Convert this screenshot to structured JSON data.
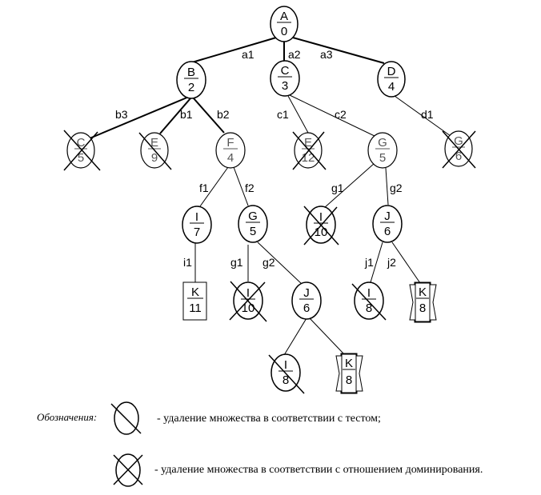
{
  "nodes": {
    "A0": {
      "top": "A",
      "bottom": "0"
    },
    "B2": {
      "top": "B",
      "bottom": "2"
    },
    "C3": {
      "top": "C",
      "bottom": "3"
    },
    "D4": {
      "top": "D",
      "bottom": "4"
    },
    "C5": {
      "top": "C",
      "bottom": "5"
    },
    "E9": {
      "top": "E",
      "bottom": "9"
    },
    "F4": {
      "top": "F",
      "bottom": "4"
    },
    "E12": {
      "top": "E",
      "bottom": "12"
    },
    "G5a": {
      "top": "G",
      "bottom": "5"
    },
    "G6": {
      "top": "G",
      "bottom": "6"
    },
    "I7": {
      "top": "I",
      "bottom": "7"
    },
    "G5b": {
      "top": "G",
      "bottom": "5"
    },
    "I10a": {
      "top": "I",
      "bottom": "10"
    },
    "J6a": {
      "top": "J",
      "bottom": "6"
    },
    "K11": {
      "top": "K",
      "bottom": "11"
    },
    "I10b": {
      "top": "I",
      "bottom": "10"
    },
    "J6b": {
      "top": "J",
      "bottom": "6"
    },
    "I8a": {
      "top": "I",
      "bottom": "8"
    },
    "K8a": {
      "top": "K",
      "bottom": "8"
    },
    "I8b": {
      "top": "I",
      "bottom": "8"
    },
    "K8b": {
      "top": "K",
      "bottom": "8"
    }
  },
  "edge_labels": {
    "a1": "a1",
    "a2": "a2",
    "a3": "a3",
    "b3": "b3",
    "b1": "b1",
    "b2": "b2",
    "c1": "c1",
    "c2": "c2",
    "d1": "d1",
    "f1": "f1",
    "f2": "f2",
    "g1a": "g1",
    "g2a": "g2",
    "i1": "i1",
    "g1b": "g1",
    "g2b": "g2",
    "j1": "j1",
    "j2": "j2"
  },
  "legend": {
    "title": "Обозначения:",
    "item1": "- удаление множества в соответствии с тестом;",
    "item2": "- удаление множества в соответствии с отношением доминирования."
  }
}
